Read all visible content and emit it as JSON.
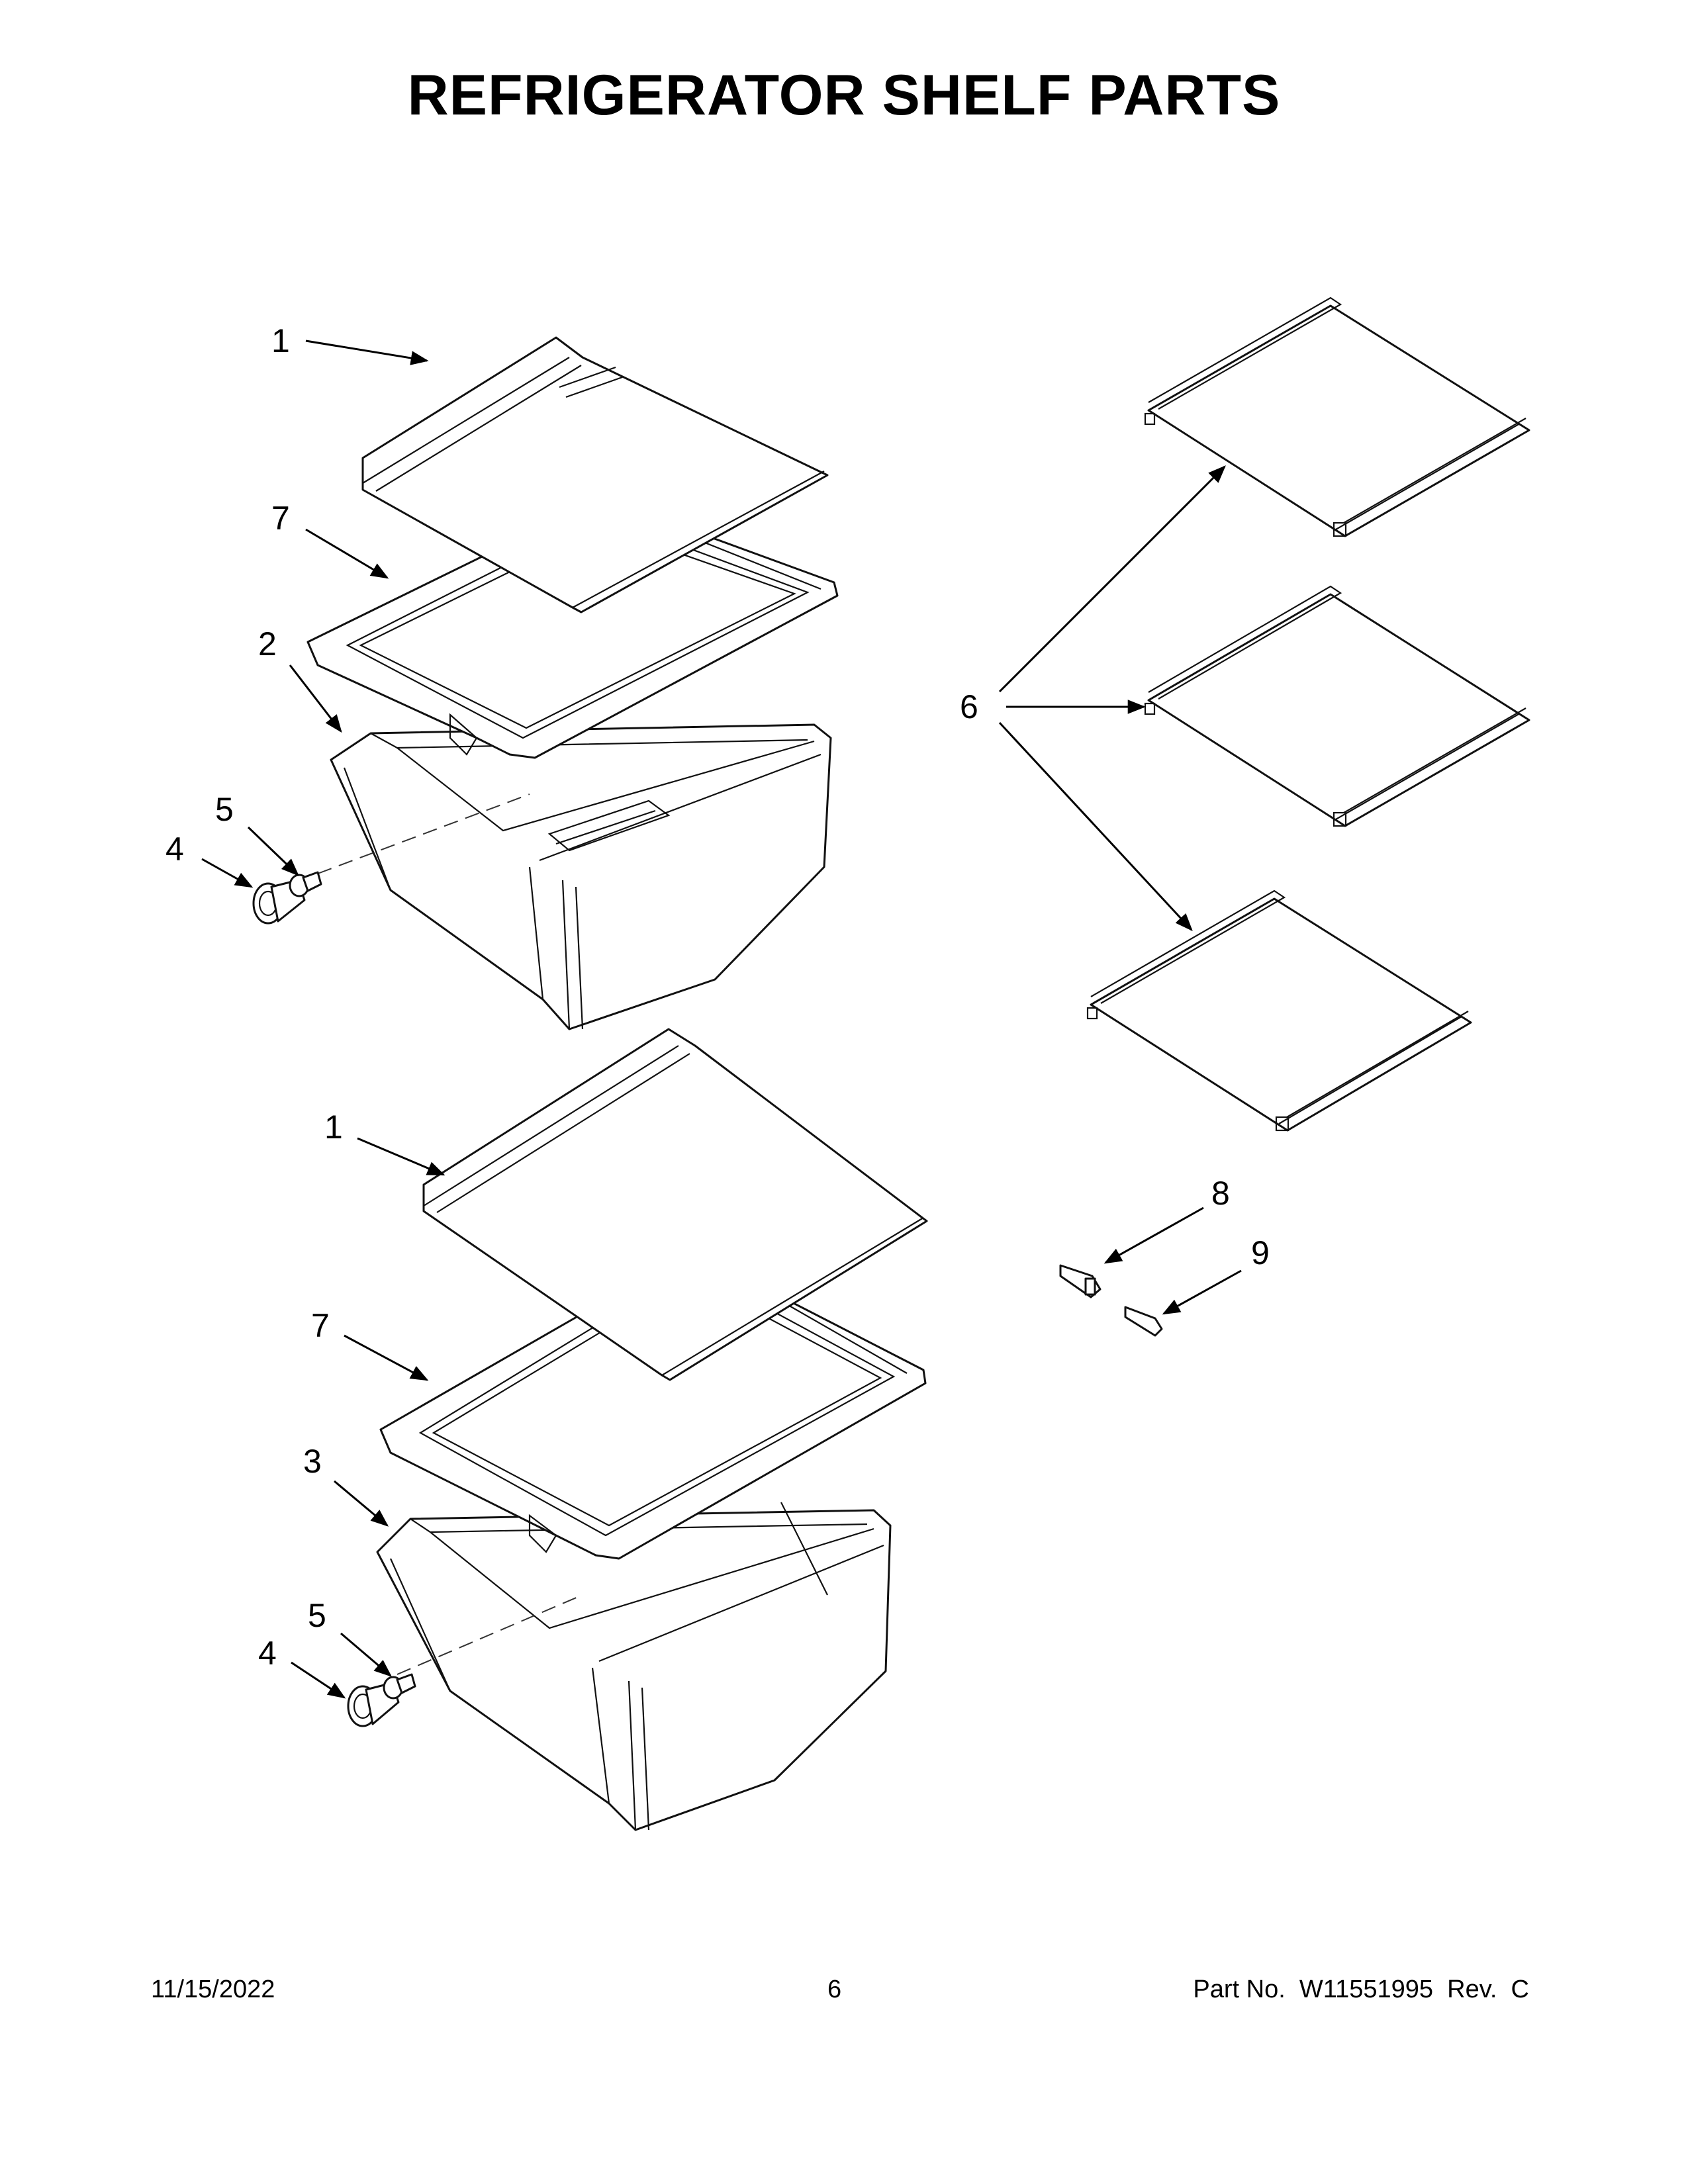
{
  "page": {
    "title": "REFRIGERATOR SHELF PARTS"
  },
  "callouts": {
    "upper_crisper": {
      "cover_glass": "1",
      "cover_frame": "7",
      "drawer": "2",
      "roller": "4",
      "screw": "5"
    },
    "lower_crisper": {
      "cover_glass": "1",
      "cover_frame": "7",
      "drawer": "3",
      "roller": "4",
      "screw": "5"
    },
    "shelves": {
      "shelf_glass": "6"
    },
    "brackets": {
      "bracket_a": "8",
      "bracket_b": "9"
    }
  },
  "footer": {
    "date": "11/15/2022",
    "page_number": "6",
    "part_number": "Part No.  W11551995  Rev.  C"
  }
}
